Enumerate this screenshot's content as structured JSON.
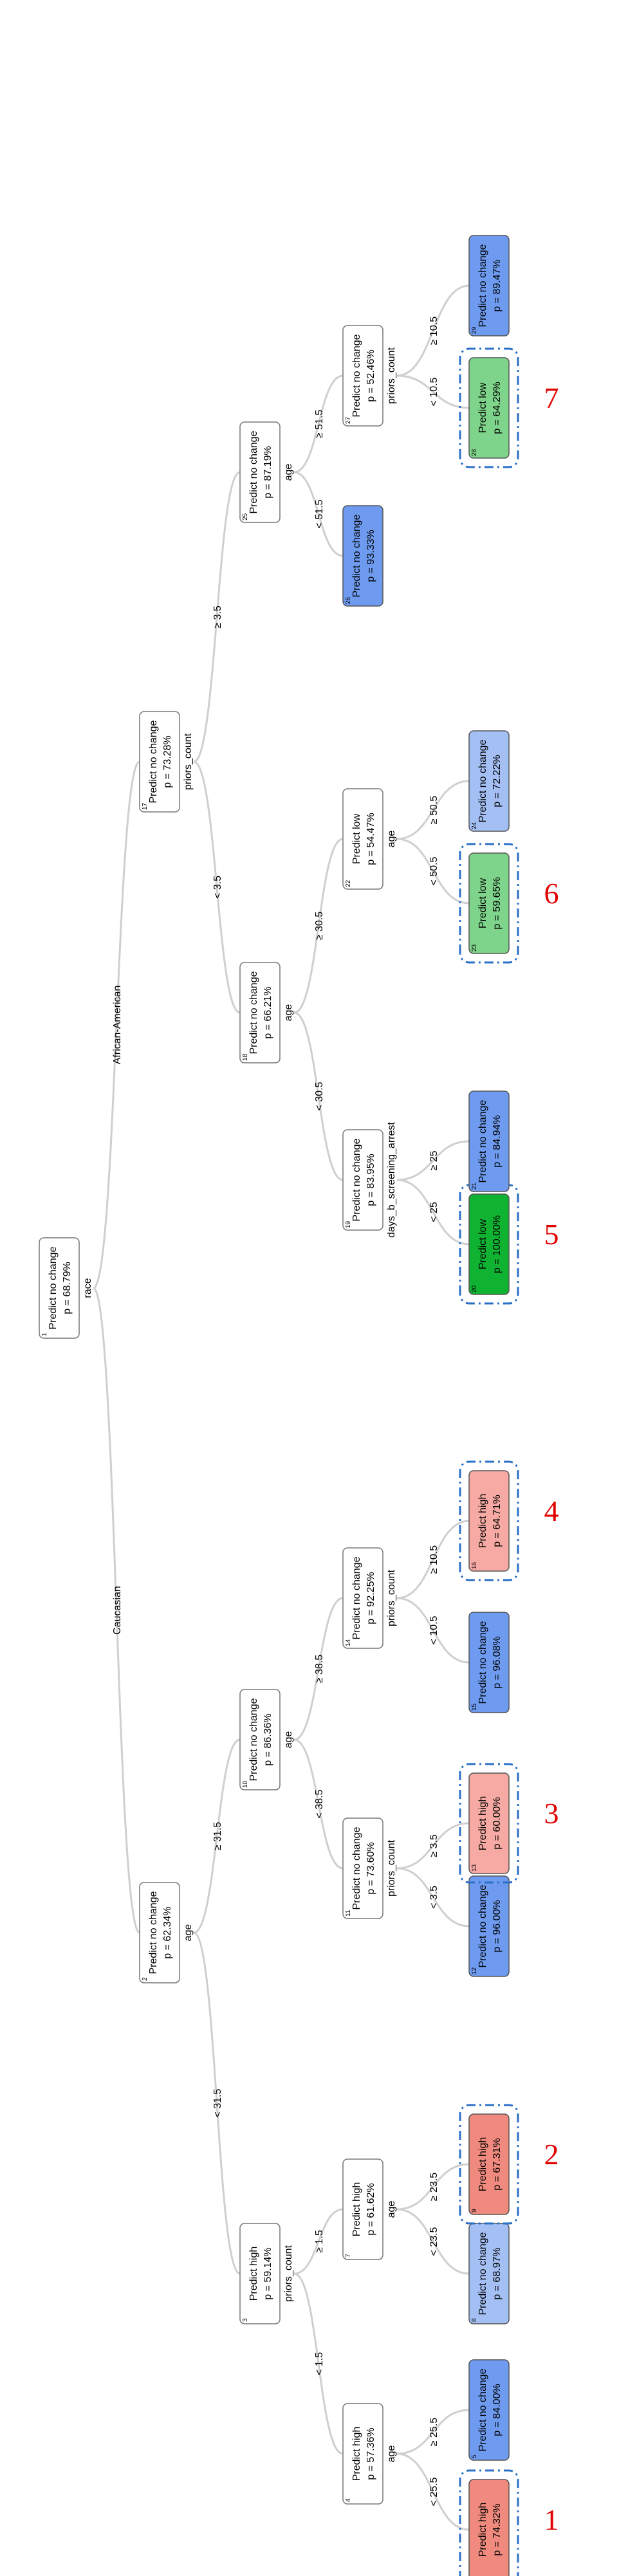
{
  "colors": {
    "white": "#ffffff",
    "blue": "#6e9bf0",
    "light_blue": "#a4bff4",
    "light_red": "#f6aaa3",
    "red": "#f08a7e",
    "light_green": "#7ed48a",
    "green": "#10b232",
    "edge": "#cfcfcf",
    "highlight_border": "#2a6fc6",
    "marker": "#e00000"
  },
  "tree": {
    "nodes": [
      {
        "id": "1",
        "l1": "Predict no change",
        "l2": "p = 68.79%",
        "split": "race",
        "color": "white"
      },
      {
        "id": "2",
        "l1": "Predict no change",
        "l2": "p = 62.34%",
        "split": "age",
        "color": "white"
      },
      {
        "id": "3",
        "l1": "Predict high",
        "l2": "p = 59.14%",
        "split": "priors_count",
        "color": "white"
      },
      {
        "id": "4",
        "l1": "Predict high",
        "l2": "p = 57.36%",
        "split": "age",
        "color": "white"
      },
      {
        "id": "",
        "l1": "Predict high",
        "l2": "p = 74.32%",
        "split": "",
        "color": "red"
      },
      {
        "id": "5",
        "l1": "Predict no change",
        "l2": "p = 84.00%",
        "split": "",
        "color": "blue"
      },
      {
        "id": "7",
        "l1": "Predict high",
        "l2": "p = 61.62%",
        "split": "age",
        "color": "white"
      },
      {
        "id": "8",
        "l1": "Predict no change",
        "l2": "p = 68.97%",
        "split": "",
        "color": "light_blue"
      },
      {
        "id": "9",
        "l1": "Predict high",
        "l2": "p = 67.31%",
        "split": "",
        "color": "red"
      },
      {
        "id": "10",
        "l1": "Predict no change",
        "l2": "p = 86.36%",
        "split": "age",
        "color": "white"
      },
      {
        "id": "11",
        "l1": "Predict no change",
        "l2": "p = 73.60%",
        "split": "priors_count",
        "color": "white"
      },
      {
        "id": "12",
        "l1": "Predict no change",
        "l2": "p = 96.00%",
        "split": "",
        "color": "blue"
      },
      {
        "id": "13",
        "l1": "Predict high",
        "l2": "p = 60.00%",
        "split": "",
        "color": "light_red"
      },
      {
        "id": "14",
        "l1": "Predict no change",
        "l2": "p = 92.25%",
        "split": "priors_count",
        "color": "white"
      },
      {
        "id": "15",
        "l1": "Predict no change",
        "l2": "p = 96.08%",
        "split": "",
        "color": "blue"
      },
      {
        "id": "16",
        "l1": "Predict high",
        "l2": "p = 64.71%",
        "split": "",
        "color": "light_red"
      },
      {
        "id": "17",
        "l1": "Predict no change",
        "l2": "p = 73.28%",
        "split": "priors_count",
        "color": "white"
      },
      {
        "id": "18",
        "l1": "Predict no change",
        "l2": "p = 66.21%",
        "split": "age",
        "color": "white"
      },
      {
        "id": "19",
        "l1": "Predict no change",
        "l2": "p = 83.95%",
        "split": "days_b_screening_arrest",
        "color": "white"
      },
      {
        "id": "20",
        "l1": "Predict low",
        "l2": "p = 100.00%",
        "split": "",
        "color": "green"
      },
      {
        "id": "21",
        "l1": "Predict no change",
        "l2": "p = 84.94%",
        "split": "",
        "color": "blue"
      },
      {
        "id": "22",
        "l1": "Predict low",
        "l2": "p = 54.47%",
        "split": "age",
        "color": "white"
      },
      {
        "id": "23",
        "l1": "Predict low",
        "l2": "p = 59.65%",
        "split": "",
        "color": "light_green"
      },
      {
        "id": "24",
        "l1": "Predict no change",
        "l2": "p = 72.22%",
        "split": "",
        "color": "light_blue"
      },
      {
        "id": "25",
        "l1": "Predict no change",
        "l2": "p = 87.19%",
        "split": "age",
        "color": "white"
      },
      {
        "id": "26",
        "l1": "Predict no change",
        "l2": "p = 93.33%",
        "split": "",
        "color": "blue"
      },
      {
        "id": "27",
        "l1": "Predict no change",
        "l2": "p = 52.46%",
        "split": "priors_count",
        "color": "white"
      },
      {
        "id": "28",
        "l1": "Predict low",
        "l2": "p = 64.29%",
        "split": "",
        "color": "light_green"
      },
      {
        "id": "29",
        "l1": "Predict no change",
        "l2": "p = 89.47%",
        "split": "",
        "color": "blue"
      }
    ],
    "edges": [
      {
        "label": "Caucasian"
      },
      {
        "label": "African-American"
      },
      {
        "label": "< 31.5"
      },
      {
        "label": "≥ 31.5"
      },
      {
        "label": "< 1.5"
      },
      {
        "label": "≥ 1.5"
      },
      {
        "label": "< 25.5"
      },
      {
        "label": "≥ 25.5"
      },
      {
        "label": "< 23.5"
      },
      {
        "label": "≥ 23.5"
      },
      {
        "label": "< 38.5"
      },
      {
        "label": "≥ 38.5"
      },
      {
        "label": "< 3.5"
      },
      {
        "label": "≥ 3.5"
      },
      {
        "label": "< 10.5"
      },
      {
        "label": "≥ 10.5"
      },
      {
        "label": "< 3.5"
      },
      {
        "label": "≥ 3.5"
      },
      {
        "label": "< 30.5"
      },
      {
        "label": "≥ 30.5"
      },
      {
        "label": "< 25"
      },
      {
        "label": "≥ 25"
      },
      {
        "label": "< 50.5"
      },
      {
        "label": "≥ 50.5"
      },
      {
        "label": "< 51.5"
      },
      {
        "label": "≥ 51.5"
      },
      {
        "label": "< 10.5"
      },
      {
        "label": "≥ 10.5"
      }
    ],
    "markers": [
      "1",
      "2",
      "3",
      "4",
      "5",
      "6",
      "7"
    ]
  }
}
